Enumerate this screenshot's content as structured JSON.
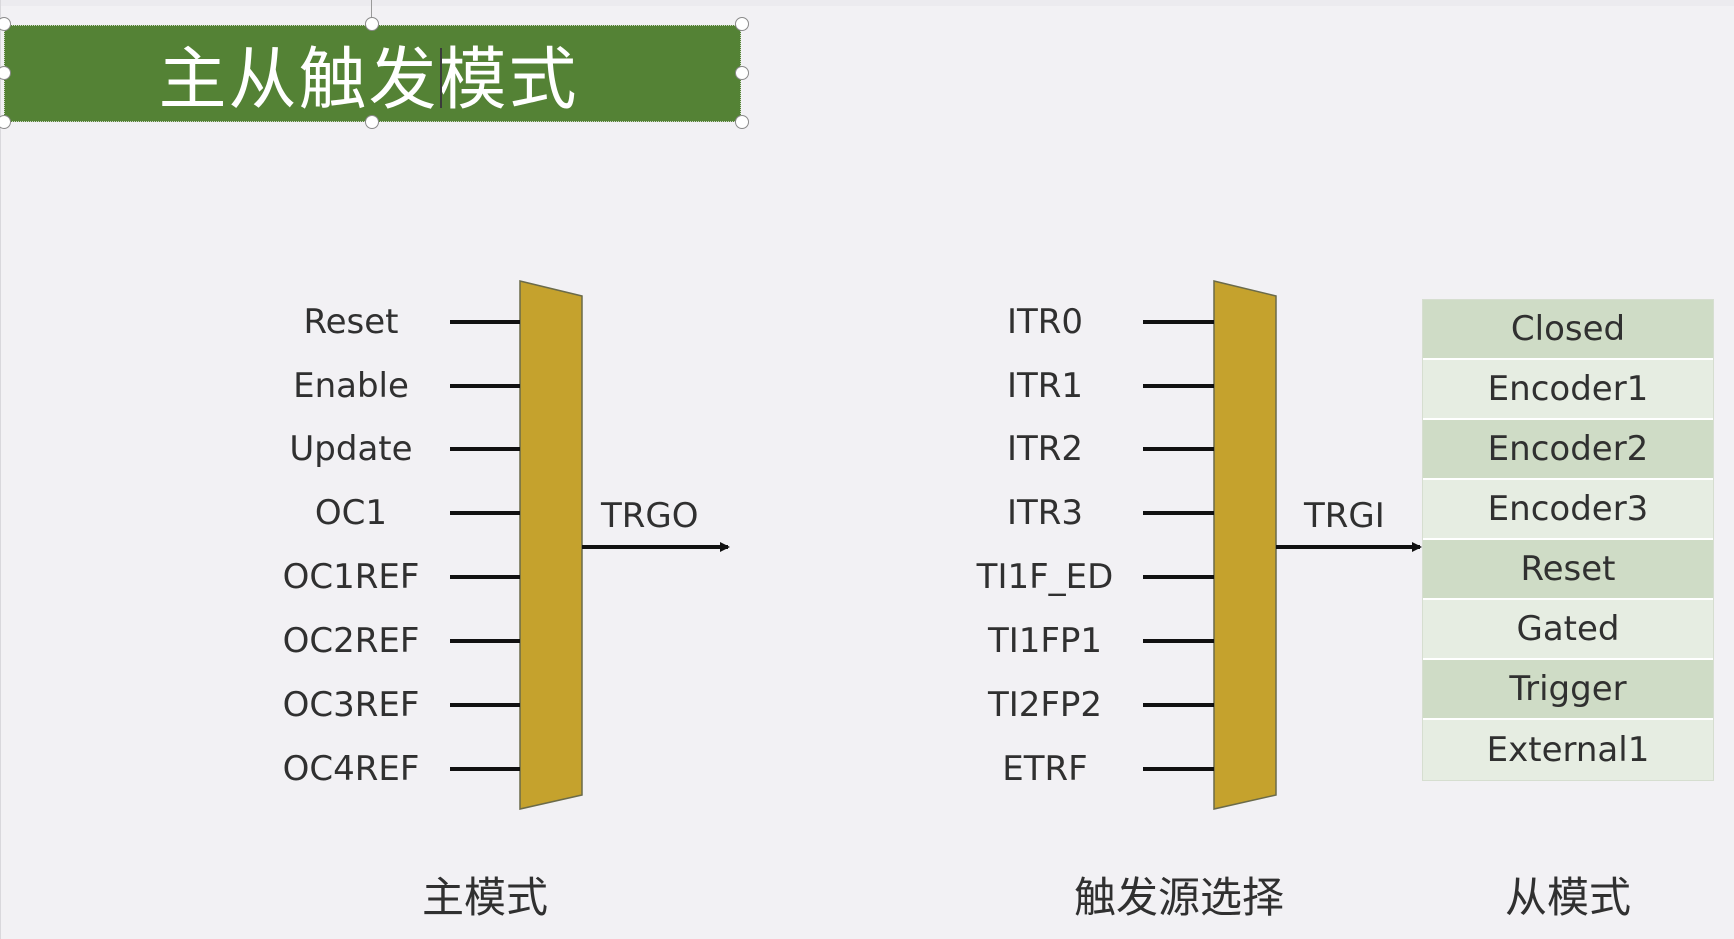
{
  "title": "主从触发模式",
  "master": {
    "inputs": [
      "Reset",
      "Enable",
      "Update",
      "OC1",
      "OC1REF",
      "OC2REF",
      "OC3REF",
      "OC4REF"
    ],
    "output_label": "TRGO",
    "caption": "主模式"
  },
  "trigger_select": {
    "inputs": [
      "ITR0",
      "ITR1",
      "ITR2",
      "ITR3",
      "TI1F_ED",
      "TI1FP1",
      "TI2FP2",
      "ETRF"
    ],
    "output_label": "TRGI",
    "caption": "触发源选择"
  },
  "slave": {
    "modes": [
      "Closed",
      "Encoder1",
      "Encoder2",
      "Encoder3",
      "Reset",
      "Gated",
      "Trigger",
      "External1"
    ],
    "caption": "从模式"
  },
  "colors": {
    "title_bg": "#548235",
    "mux_fill": "#c5a22d",
    "table_dark": "#cfdcc6",
    "table_light": "#e6ede2"
  }
}
